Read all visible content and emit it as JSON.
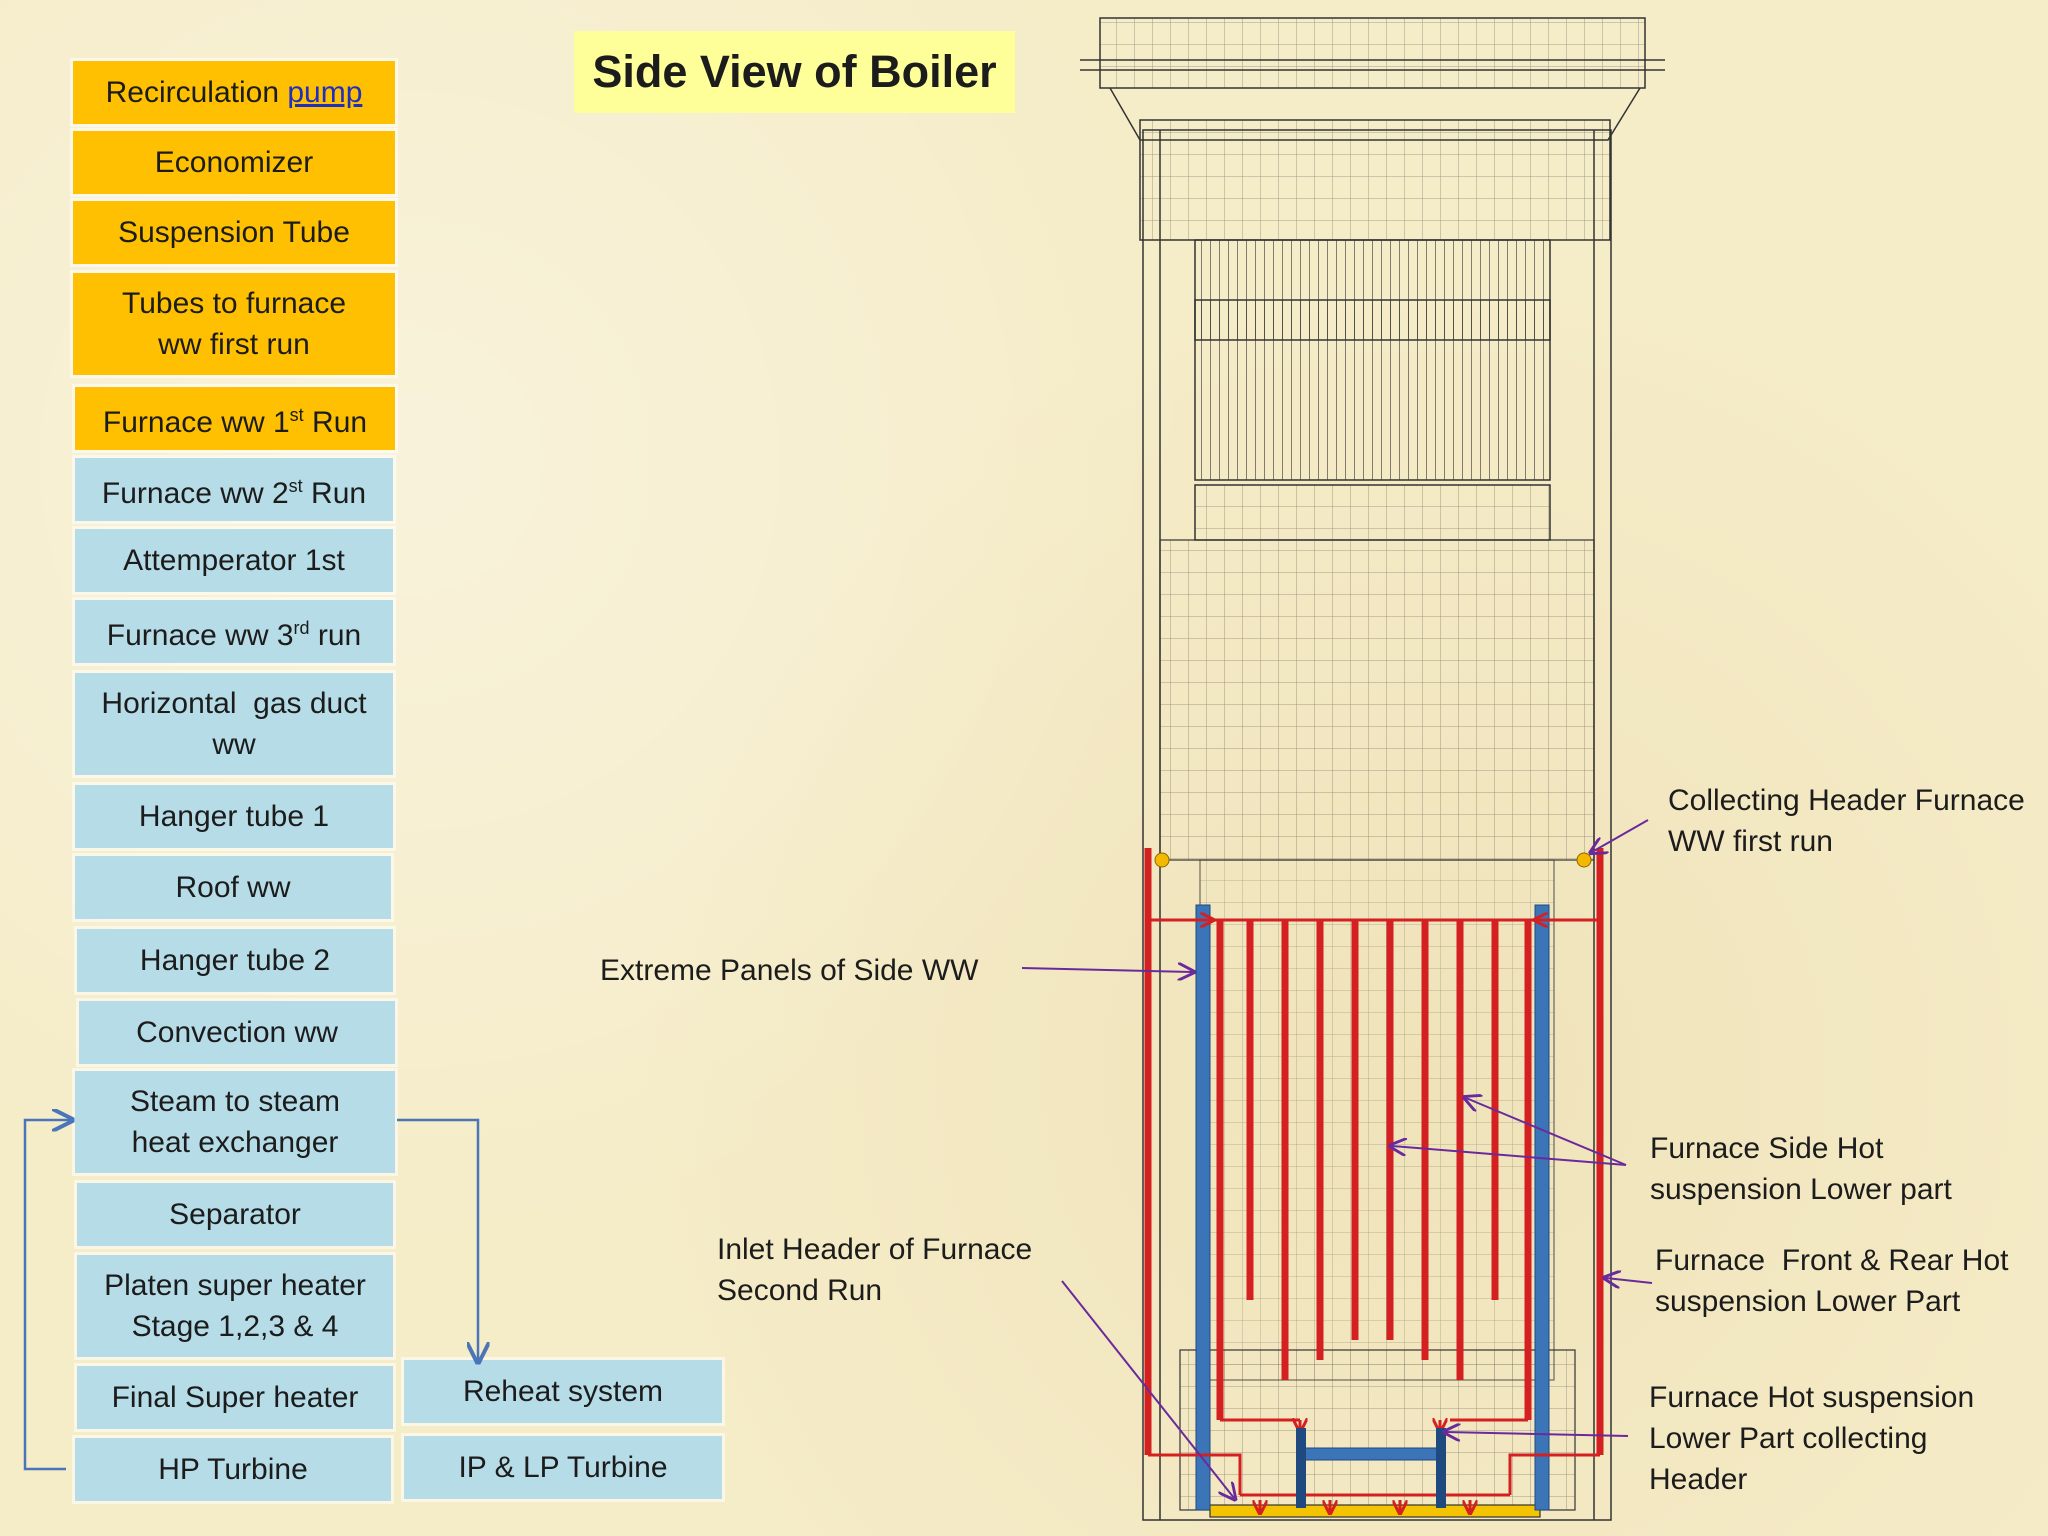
{
  "title": "Side View of Boiler",
  "flow_boxes": [
    {
      "text": "Recirculation ",
      "link": "pump",
      "color": "orange"
    },
    {
      "text": "Economizer",
      "color": "orange"
    },
    {
      "text": "Suspension Tube",
      "color": "orange"
    },
    {
      "text": "Tubes to furnace",
      "text2": "ww first run",
      "color": "orange"
    },
    {
      "text": "Furnace ww 1",
      "sup": "st",
      "tail": " Run",
      "color": "orange"
    },
    {
      "text": "Furnace ww 2",
      "sup": "st",
      "tail": " Run",
      "color": "blue"
    },
    {
      "text": "Attemperator 1st",
      "color": "blue"
    },
    {
      "text": "Furnace ww 3",
      "sup": "rd",
      "tail": " run",
      "color": "blue"
    },
    {
      "text": "Horizontal  gas duct",
      "text2": "ww",
      "color": "blue"
    },
    {
      "text": "Hanger tube 1",
      "color": "blue"
    },
    {
      "text": "Roof ww",
      "color": "blue"
    },
    {
      "text": "Hanger tube 2",
      "color": "blue"
    },
    {
      "text": "Convection ww",
      "color": "blue"
    },
    {
      "text": "Steam to steam",
      "text2": "heat exchanger",
      "color": "blue"
    },
    {
      "text": "Separator",
      "color": "blue"
    },
    {
      "text": "Platen super heater",
      "text2": "Stage 1,2,3 & 4",
      "color": "blue"
    },
    {
      "text": "Final Super heater",
      "color": "blue"
    },
    {
      "text": "HP Turbine",
      "color": "blue"
    },
    {
      "text": "Reheat system",
      "color": "blue"
    },
    {
      "text": "IP & LP Turbine",
      "color": "blue"
    }
  ],
  "annotations": {
    "collecting_header_1": "Collecting Header Furnace",
    "collecting_header_2": "WW first run",
    "extreme_panels": "Extreme Panels of Side WW",
    "furnace_side_hot_1": "Furnace Side Hot",
    "furnace_side_hot_2": "suspension Lower part",
    "inlet_header_1": "Inlet Header of Furnace",
    "inlet_header_2": "Second Run",
    "front_rear_hot_1": "Furnace  Front & Rear Hot",
    "front_rear_hot_2": "suspension Lower Part",
    "hot_suspension_1": "Furnace Hot suspension",
    "hot_suspension_2": "Lower Part collecting",
    "hot_suspension_3": "Header"
  },
  "colors": {
    "orange_box": "#fec000",
    "blue_box": "#b6dce8",
    "title_bg": "#ffff99",
    "red_pipe": "#d42020",
    "blue_pipe": "#3c74b8",
    "pointer": "#6a2a9c",
    "flow_arrow": "#4a76b8"
  }
}
